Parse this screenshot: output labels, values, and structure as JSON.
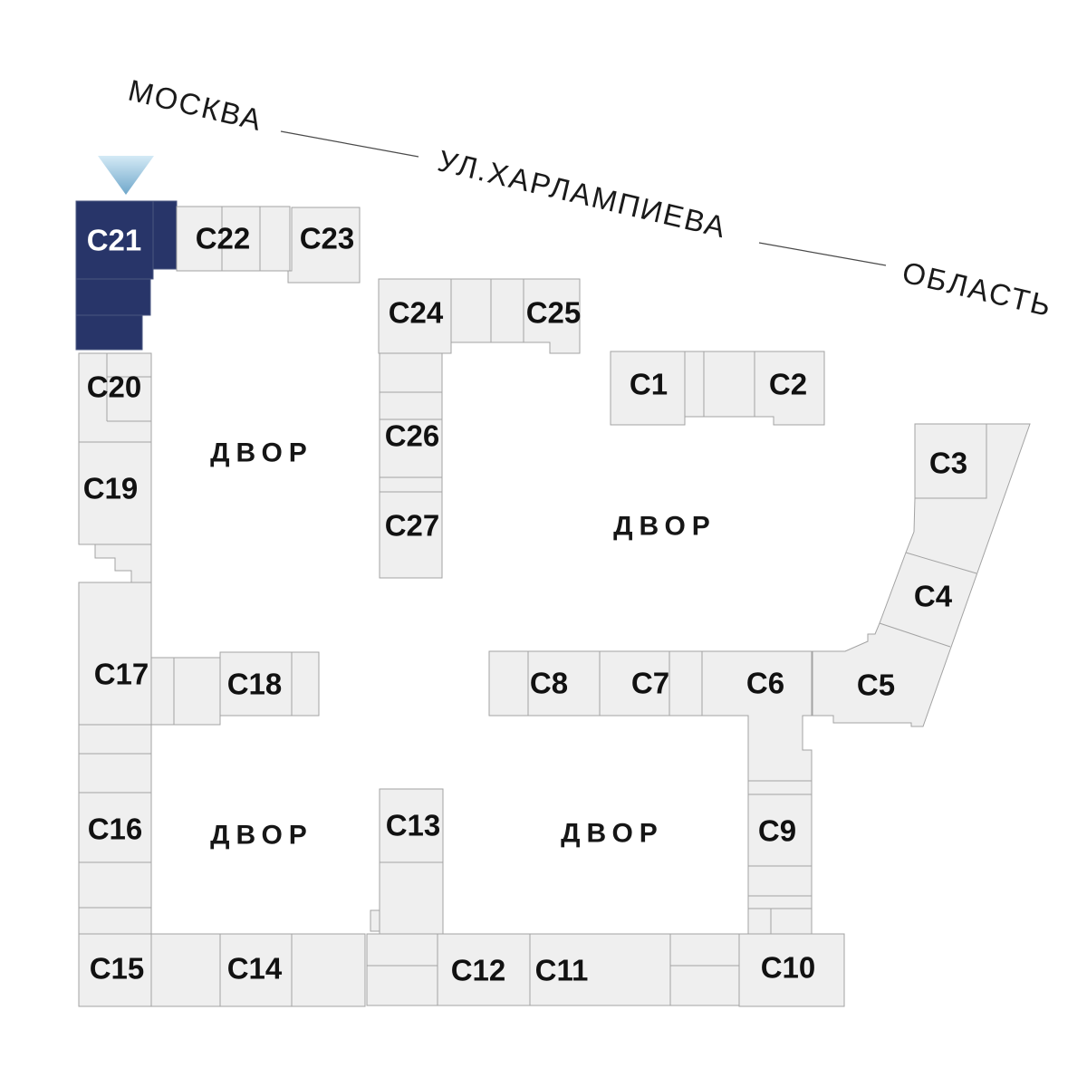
{
  "selection": {
    "selected_building": "С21"
  },
  "marker": {
    "type": "triangle-down",
    "gradient_top": "#d4eaf6",
    "gradient_bottom": "#6fa7ca"
  },
  "colors": {
    "background": "#ffffff",
    "block_fill": "#efefef",
    "block_stroke": "#a3a3a3",
    "highlight_fill": "#283569",
    "highlight_stroke": "#4a5680",
    "highlight_text": "#ffffff",
    "label_text": "#111111",
    "street_text": "#1a1a1a",
    "street_line": "#4a4a4a"
  },
  "streets": {
    "moskva": "МОСКВА",
    "kharlampieva": "УЛ.ХАРЛАМПИЕВА",
    "oblast": "ОБЛАСТЬ"
  },
  "courtyard_label": "ДВОР",
  "buildings": {
    "c1": {
      "label": "С1"
    },
    "c2": {
      "label": "С2"
    },
    "c3": {
      "label": "С3"
    },
    "c4": {
      "label": "С4"
    },
    "c5": {
      "label": "С5"
    },
    "c6": {
      "label": "С6"
    },
    "c7": {
      "label": "С7"
    },
    "c8": {
      "label": "С8"
    },
    "c9": {
      "label": "С9"
    },
    "c10": {
      "label": "С10"
    },
    "c11": {
      "label": "С11"
    },
    "c12": {
      "label": "С12"
    },
    "c13": {
      "label": "С13"
    },
    "c14": {
      "label": "С14"
    },
    "c15": {
      "label": "С15"
    },
    "c16": {
      "label": "С16"
    },
    "c17": {
      "label": "С17"
    },
    "c18": {
      "label": "С18"
    },
    "c19": {
      "label": "С19"
    },
    "c20": {
      "label": "С20"
    },
    "c21": {
      "label": "С21",
      "highlighted": true
    },
    "c22": {
      "label": "С22"
    },
    "c23": {
      "label": "С23"
    },
    "c24": {
      "label": "С24"
    },
    "c25": {
      "label": "С25"
    },
    "c26": {
      "label": "С26"
    },
    "c27": {
      "label": "С27"
    }
  }
}
